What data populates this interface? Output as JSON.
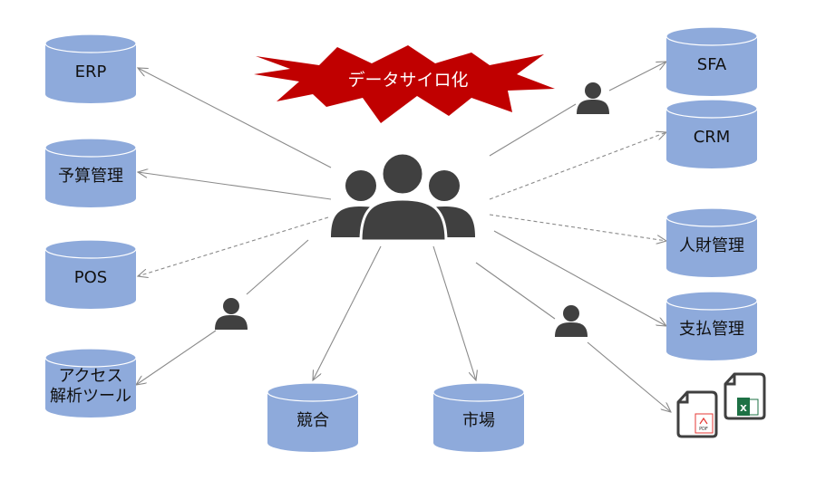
{
  "title": "データサイロ化",
  "colors": {
    "cylinder": "#8eaadb",
    "burst": "#c00000",
    "person": "#404040"
  },
  "databases": {
    "erp": "ERP",
    "budget": "予算管理",
    "pos": "POS",
    "access_line1": "アクセス",
    "access_line2": "解析ツール",
    "competition": "競合",
    "market": "市場",
    "sfa": "SFA",
    "crm": "CRM",
    "hr": "人財管理",
    "payment": "支払管理"
  },
  "files": {
    "pdf_label": "PDF",
    "excel_label": "X"
  }
}
